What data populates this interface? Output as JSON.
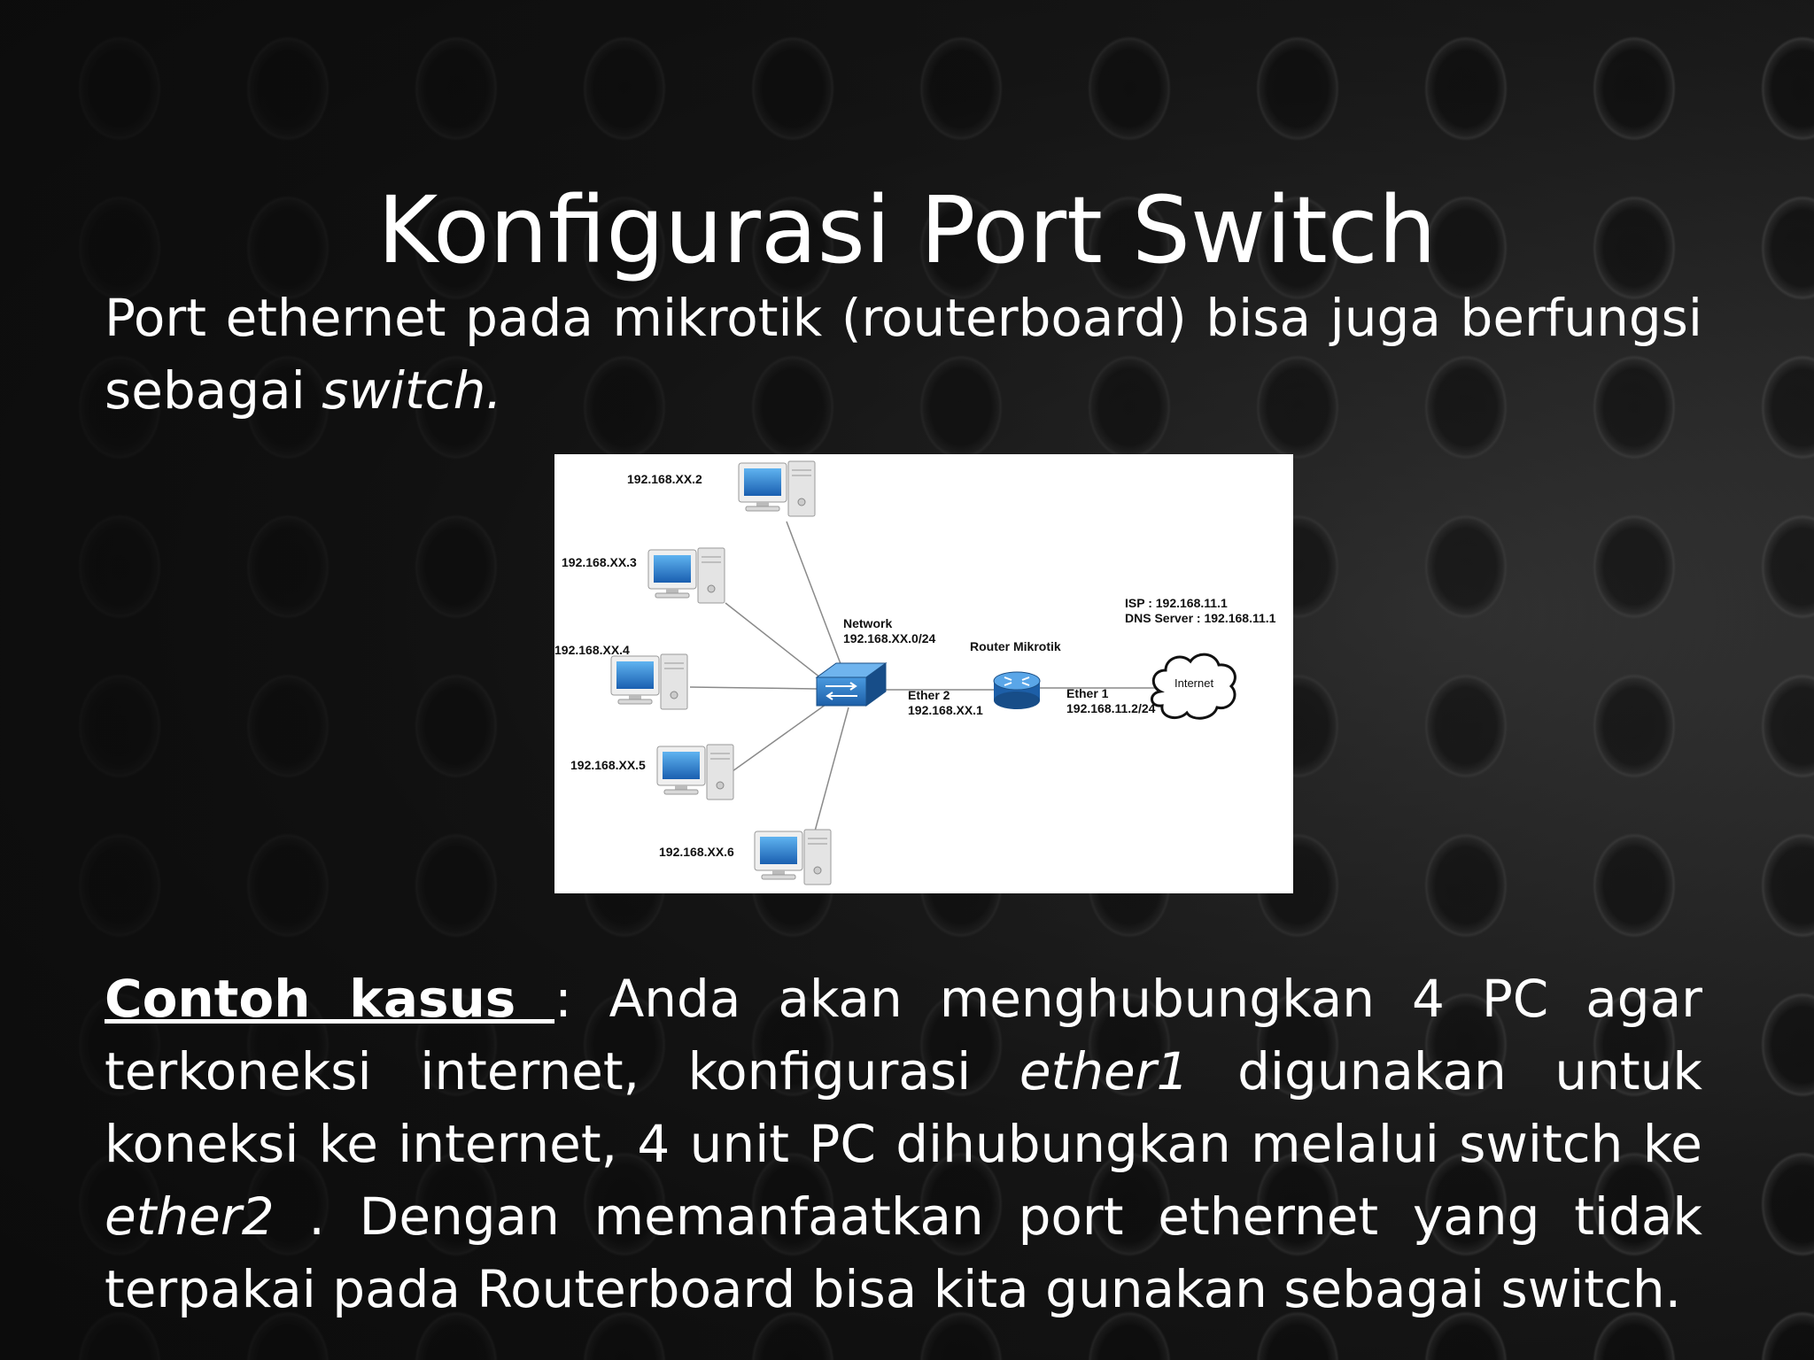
{
  "slide": {
    "title": "Konfigurasi Port Switch",
    "intro": {
      "text": "Port ethernet pada mikrotik (routerboard) bisa juga berfungsi sebagai ",
      "emphasis": "switch."
    },
    "case": {
      "lead": "Contoh kasus ",
      "t1": ": Anda akan menghubungkan 4 PC agar terkoneksi internet, konfigurasi ",
      "e1": "ether1",
      "t2": " digunakan untuk koneksi ke internet, 4 unit PC dihubungkan melalui switch ke ",
      "e2": "ether2",
      "t3": " . Dengan memanfaatkan port ethernet  yang tidak terpakai  pada Routerboard bisa kita gunakan sebagai switch."
    }
  },
  "diagram": {
    "pcs": [
      "192.168.XX.2",
      "192.168.XX.3",
      "192.168.XX.4",
      "192.168.XX.5",
      "192.168.XX.6"
    ],
    "network": {
      "line1": "Network",
      "line2": "192.168.XX.0/24"
    },
    "router_label": "Router Mikrotik",
    "ether2": {
      "line1": "Ether 2",
      "line2": "192.168.XX.1"
    },
    "ether1": {
      "line1": "Ether 1",
      "line2": "192.168.11.2/24"
    },
    "isp": {
      "line1": "ISP : 192.168.11.1",
      "line2": "DNS Server : 192.168.11.1"
    },
    "cloud_label": "Internet",
    "colors": {
      "device_blue": "#2a7fd1",
      "pc_case": "#e9e9e9"
    },
    "icons": [
      "desktop-pc-icon",
      "network-switch-icon",
      "router-icon",
      "internet-cloud-icon"
    ]
  }
}
